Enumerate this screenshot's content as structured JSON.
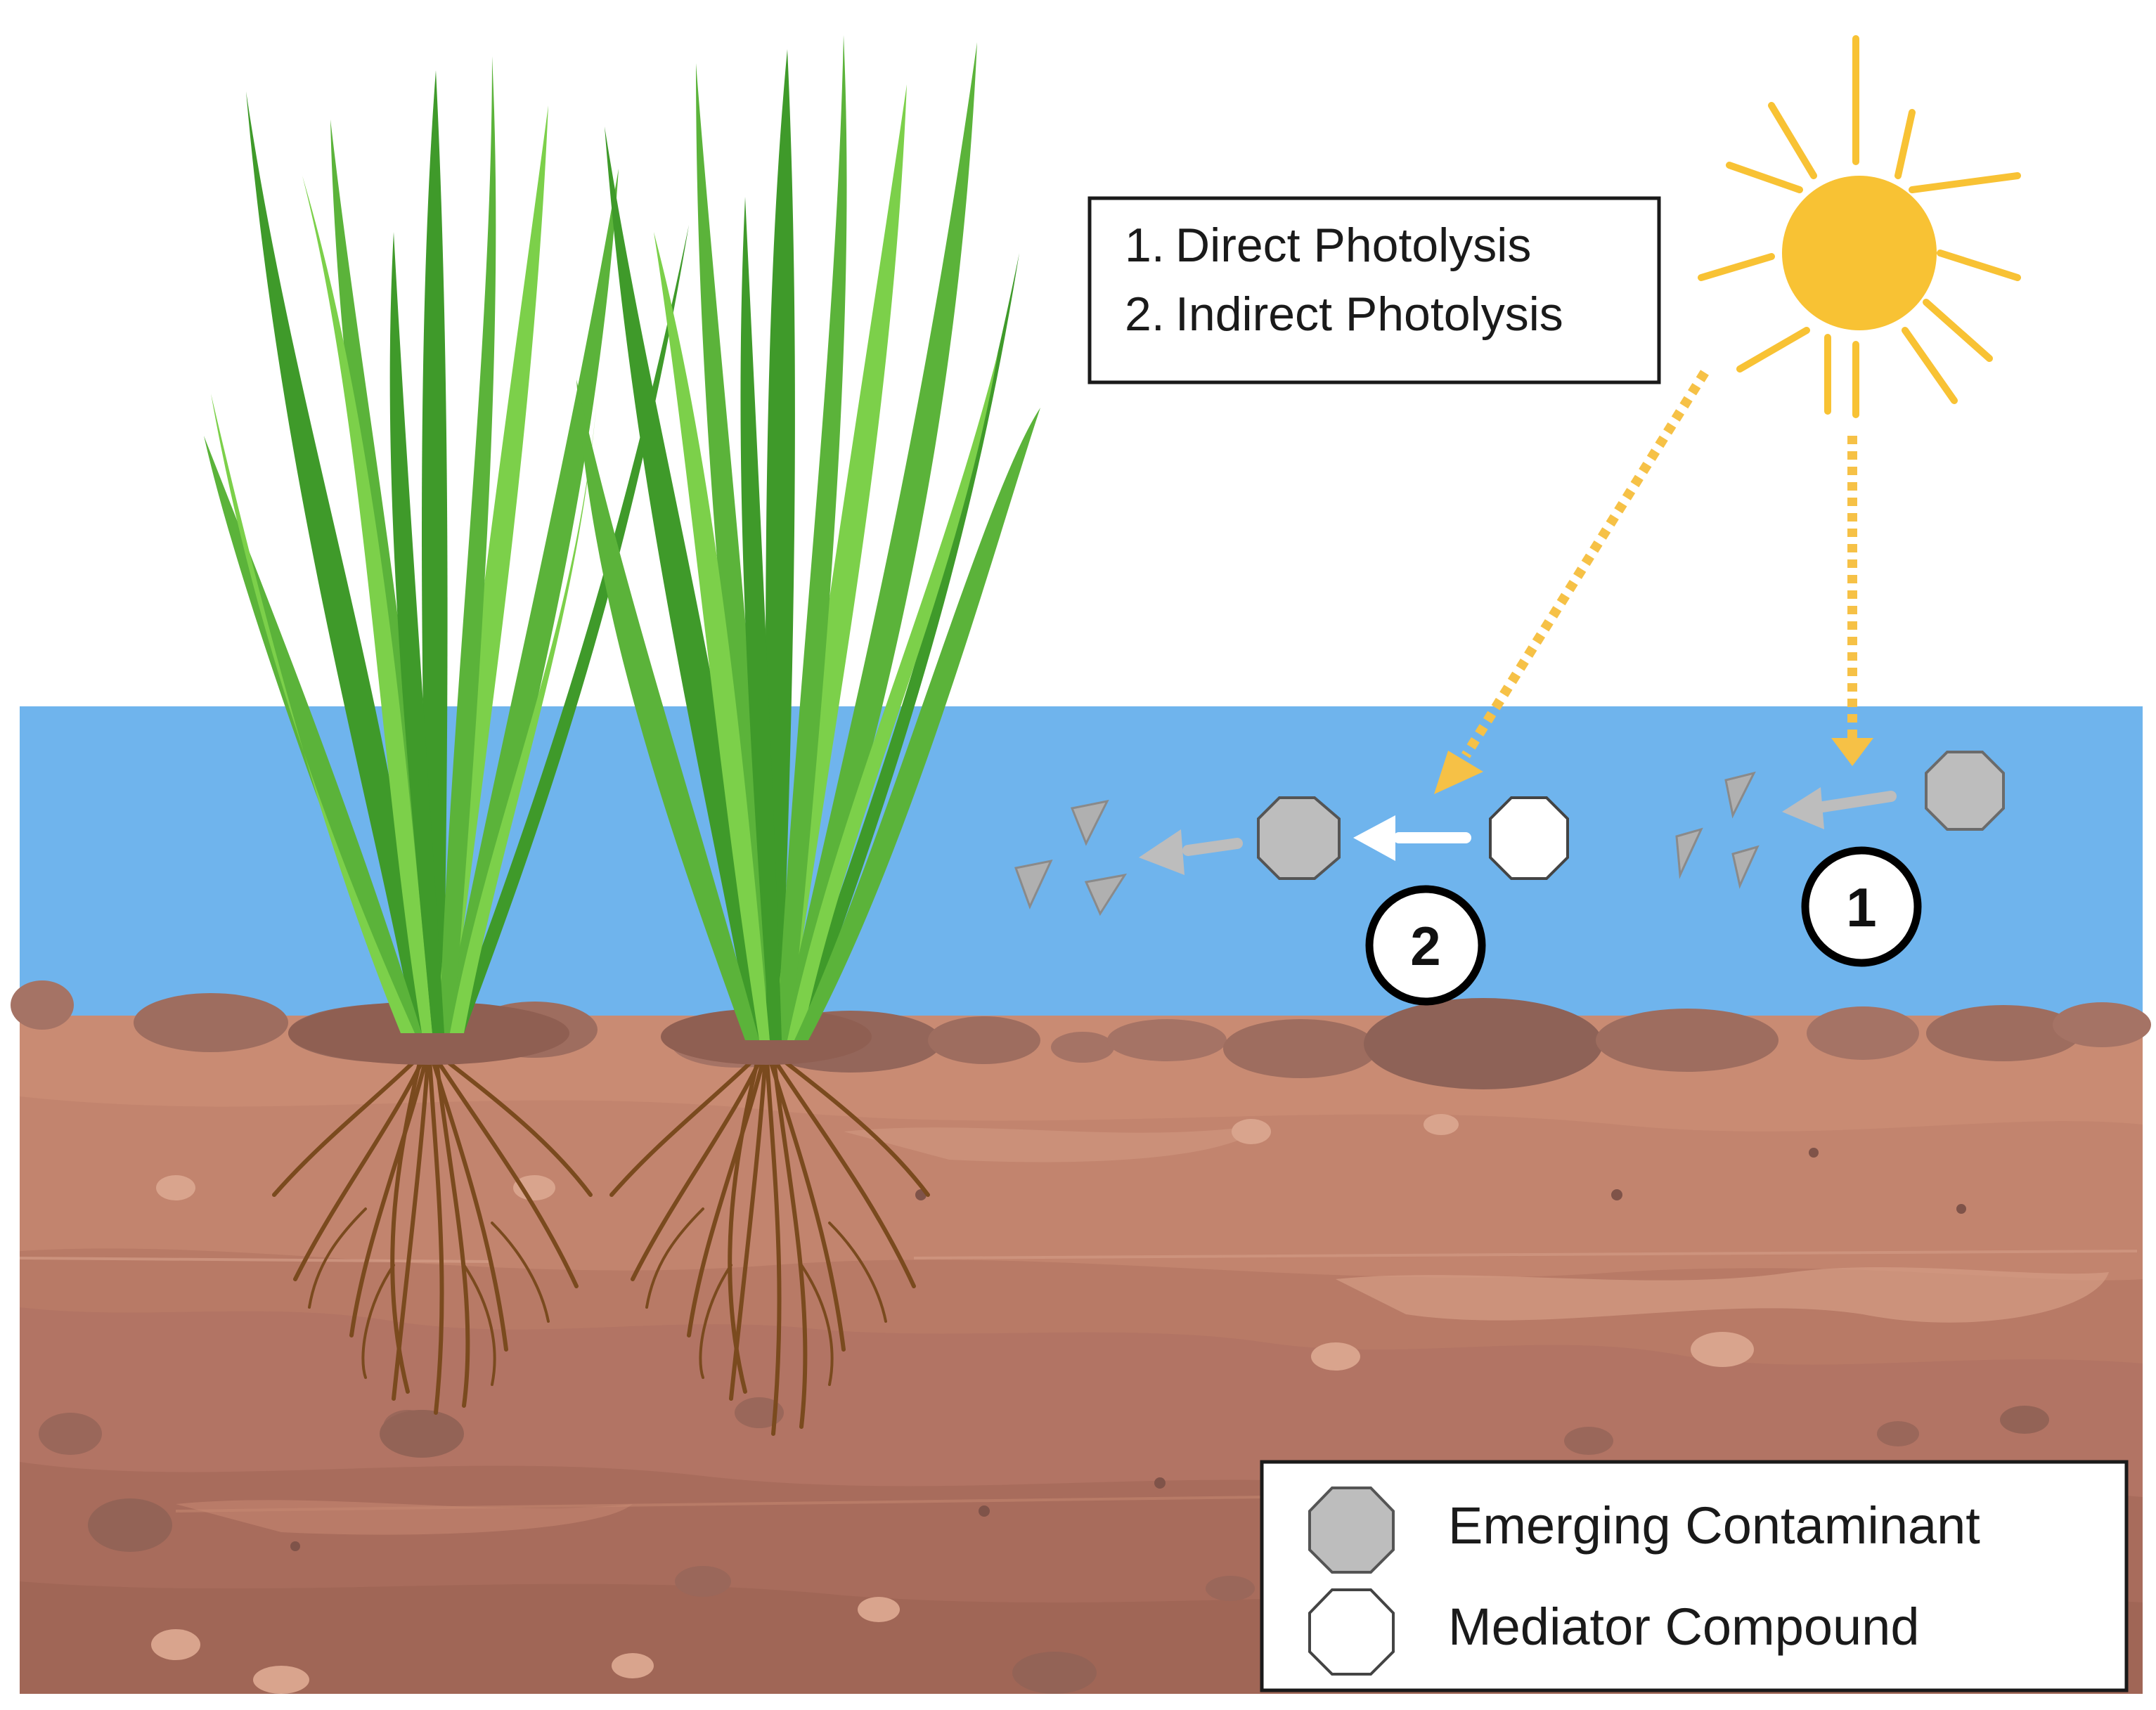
{
  "steps_box": {
    "items": [
      {
        "num": "1.",
        "text": "Direct Photolysis"
      },
      {
        "num": "2.",
        "text": "Indirect Photolysis"
      }
    ]
  },
  "markers": {
    "direct": "1",
    "indirect": "2"
  },
  "legend": {
    "items": [
      {
        "label": "Emerging Contaminant",
        "icon": "gray-octagon-icon",
        "color": "#bdbdbd"
      },
      {
        "label": "Mediator Compound",
        "icon": "white-octagon-icon",
        "color": "#ffffff"
      }
    ]
  },
  "colors": {
    "water": "#6fb4ed",
    "soil_top": "#c98b73",
    "soil_mid": "#b87a66",
    "soil_deep": "#a86c5c",
    "grass_dark": "#3f9a2a",
    "grass_light": "#7cd04a",
    "root": "#7a4a1e",
    "sun": "#f8c234",
    "light_ray": "#f6c146",
    "contaminant": "#bdbdbd",
    "fragment": "#b0b0b0",
    "mediator": "#ffffff"
  }
}
